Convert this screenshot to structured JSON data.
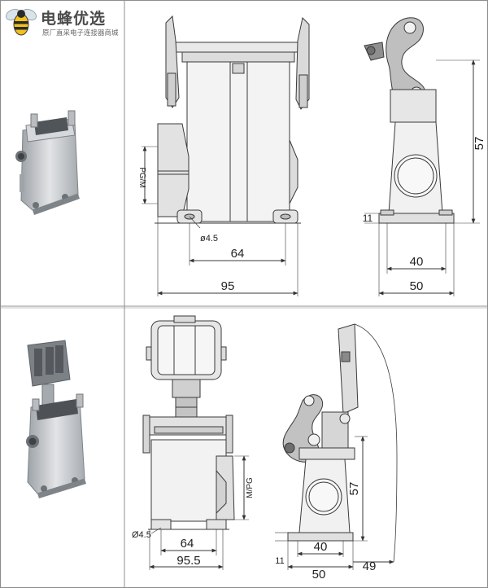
{
  "brand": {
    "name": "电蜂优选",
    "tagline": "原厂直采电子连接器商城"
  },
  "top_front_view": {
    "dim_mounting": "64",
    "dim_overall": "95",
    "hole_label": "ø4.5",
    "thread_label": "PG/M"
  },
  "top_side_view": {
    "dim_height": "57",
    "dim_base": "40",
    "dim_overall": "50",
    "dim_foot": "11"
  },
  "bottom_front_view": {
    "dim_mounting": "64",
    "dim_overall": "95.5",
    "hole_label": "Ø4.5",
    "thread_label": "M/PG"
  },
  "bottom_side_view": {
    "dim_height": "57",
    "dim_base": "40",
    "dim_overall": "50",
    "dim_foot": "11",
    "dim_lid": "49"
  },
  "colors": {
    "grid": "#8c8c8c",
    "line": "#3a3a3a",
    "housing": "#c9ccd0",
    "housing_dark": "#8e9398"
  }
}
